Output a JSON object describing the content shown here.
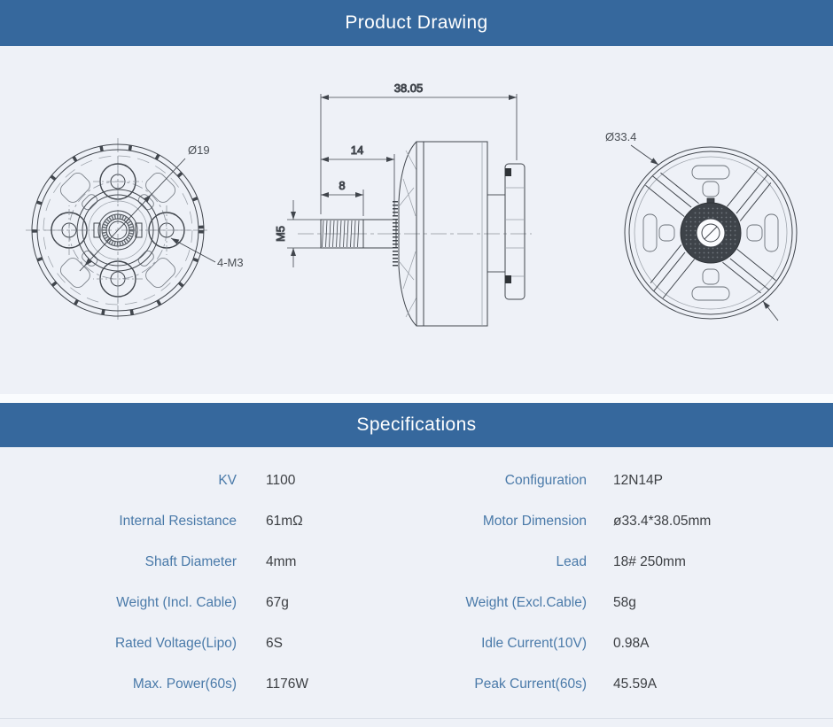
{
  "theme": {
    "accent_blue": "#36689d",
    "label_blue": "#4a7aa9",
    "value_gray": "#3b3e42",
    "page_bg": "#eef1f7"
  },
  "product_drawing": {
    "title": "Product Drawing",
    "views": {
      "front": {
        "circle_dia_label": "Ø19",
        "mount_holes_label": "4-M3"
      },
      "side": {
        "overall_length": "38.05",
        "shaft_length": "14",
        "thread_length": "8",
        "thread_spec": "M5"
      },
      "rear": {
        "diameter_label": "Ø33.4"
      }
    }
  },
  "specifications": {
    "title": "Specifications",
    "rows": [
      {
        "l_label": "KV",
        "l_value": "1100",
        "r_label": "Configuration",
        "r_value": "12N14P"
      },
      {
        "l_label": "Internal Resistance",
        "l_value": "61mΩ",
        "r_label": "Motor Dimension",
        "r_value": "ø33.4*38.05mm"
      },
      {
        "l_label": "Shaft Diameter",
        "l_value": "4mm",
        "r_label": "Lead",
        "r_value": "18# 250mm"
      },
      {
        "l_label": "Weight (Incl. Cable)",
        "l_value": "67g",
        "r_label": "Weight (Excl.Cable)",
        "r_value": "58g"
      },
      {
        "l_label": "Rated Voltage(Lipo)",
        "l_value": "6S",
        "r_label": "Idle Current(10V)",
        "r_value": "0.98A"
      },
      {
        "l_label": "Max. Power(60s)",
        "l_value": "1176W",
        "r_label": "Peak Current(60s)",
        "r_value": "45.59A"
      }
    ]
  }
}
